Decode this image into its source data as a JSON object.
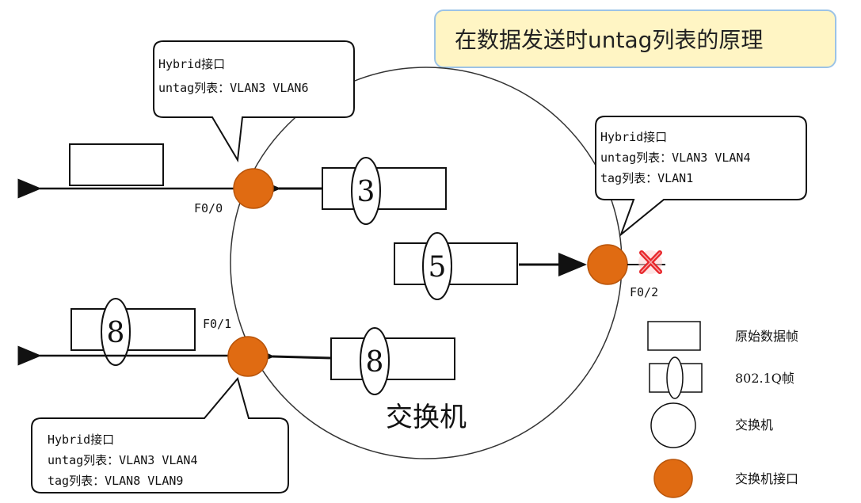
{
  "title": "在数据发送时untag列表的原理",
  "switch_label": "交换机",
  "ports": {
    "f00": "F0/0",
    "f01": "F0/1",
    "f02": "F0/2"
  },
  "callouts": {
    "top_left": {
      "line1": "Hybrid接口",
      "line2": "untag列表：VLAN3 VLAN6"
    },
    "right": {
      "line1": "Hybrid接口",
      "line2": "untag列表：VLAN3 VLAN4",
      "line3": "tag列表：VLAN1"
    },
    "bottom_left": {
      "line1": "Hybrid接口",
      "line2": "untag列表：VLAN3 VLAN4",
      "line3": "tag列表：VLAN8  VLAN9"
    }
  },
  "frames": {
    "in_top": "3",
    "middle": "5",
    "in_bottom": "8",
    "out_bottom": "8"
  },
  "legend": {
    "raw_frame": "原始数据帧",
    "tagged_frame": "802.1Q帧",
    "switch": "交换机",
    "switch_port": "交换机接口"
  },
  "colors": {
    "port": "#e06b12",
    "blocked": "#e8262a",
    "title_bg": "#fff5c4",
    "title_border": "#9cc3e6"
  }
}
